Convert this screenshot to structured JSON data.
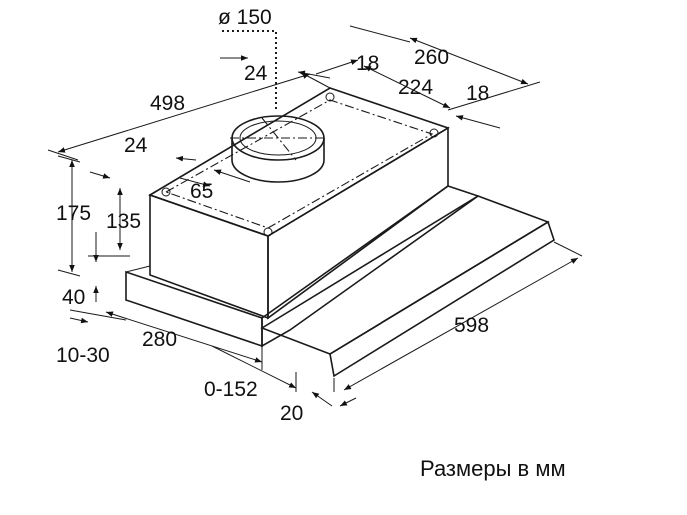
{
  "dimensions": {
    "d150": "ø 150",
    "d260": "260",
    "d18a": "18",
    "d24a": "24",
    "d224": "224",
    "d18b": "18",
    "d498": "498",
    "d24b": "24",
    "d65": "65",
    "d175": "175",
    "d135": "135",
    "d40": "40",
    "d280": "280",
    "d598": "598",
    "d10_30": "10-30",
    "d0_152": "0-152",
    "d20": "20"
  },
  "caption": "Размеры в мм",
  "colors": {
    "line": "#1a1a1a",
    "box_side": "#ededed",
    "box_top": "#f7f7f7",
    "background": "#ffffff"
  }
}
